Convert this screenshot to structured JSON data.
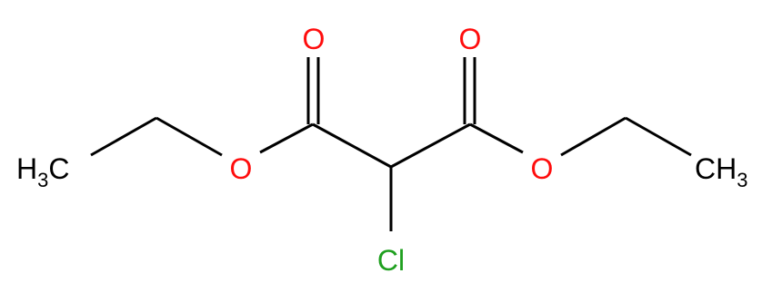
{
  "colors": {
    "bond": "#000000",
    "carbon": "#000000",
    "oxygen": "#ff0d0d",
    "chlorine": "#1fa01f",
    "background": "#ffffff"
  },
  "atoms": {
    "ch3_left": {
      "main": "H",
      "sub": "3",
      "tail": "C"
    },
    "o_ester_left": "O",
    "o_carbonyl_left": "O",
    "o_carbonyl_right": "O",
    "o_ester_right": "O",
    "ch3_right": {
      "main": "CH",
      "sub": "3"
    },
    "cl": "Cl"
  }
}
